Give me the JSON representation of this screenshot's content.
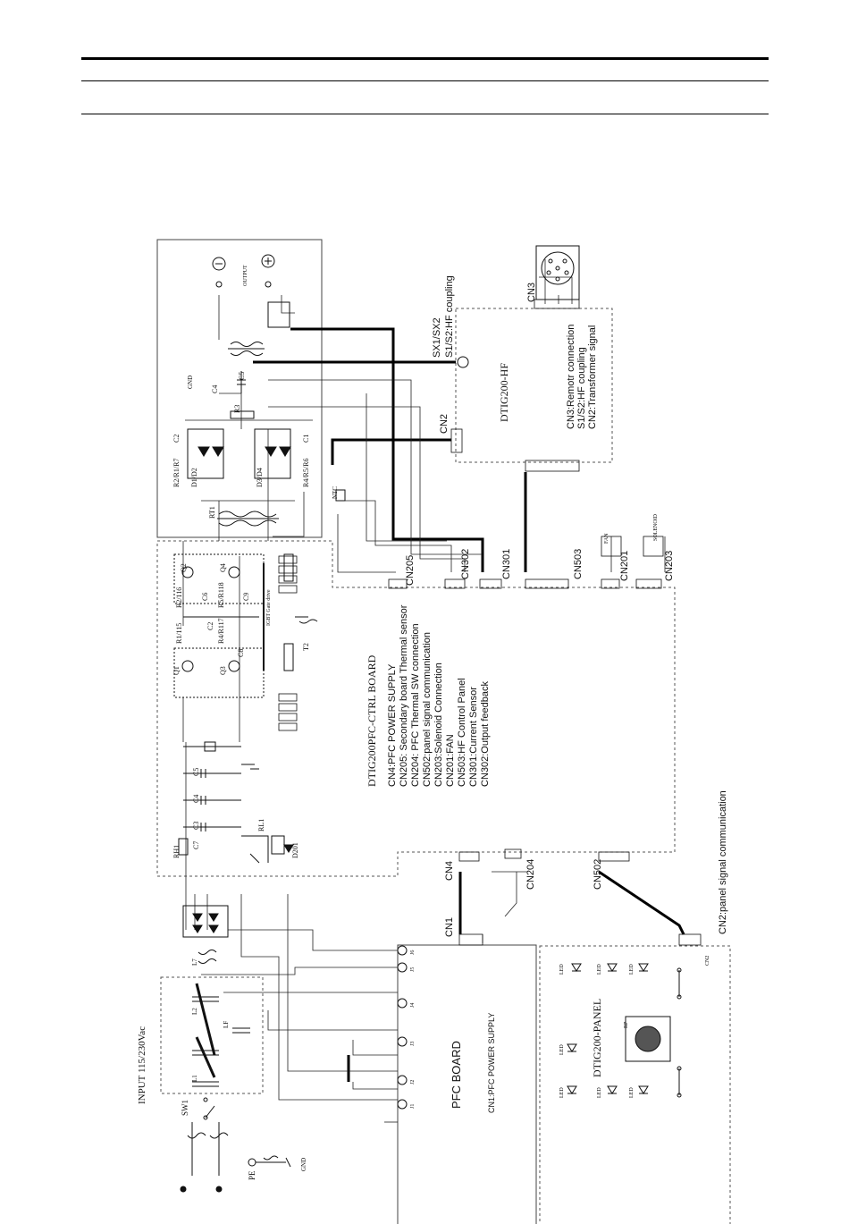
{
  "header": {
    "text": ""
  },
  "diagram": {
    "input_label": "INPUT 115/230Vac",
    "switch_label": "SW1",
    "pe_label": "PE",
    "gnd_label": "GND",
    "output_label": "OUTPUT",
    "output_minus": "⊖",
    "output_plus": "⊕",
    "rt1": "RT1",
    "ntc": "NTC",
    "d1d2": "D1/D2",
    "d3d4": "D3/D4",
    "r2r1r7": "R2/R1/R7",
    "r4r5r6": "R4/R5/R6",
    "c1": "C1",
    "c2": "C2",
    "c3": "C3",
    "c4": "C4",
    "c5": "C5",
    "c7": "C7",
    "r3": "R3",
    "q1": "Q1",
    "q2": "Q2",
    "q3": "Q3",
    "q4": "Q4",
    "r1_115": "R1/115",
    "r4_r117": "R4/R117",
    "r2_116": "R2/116",
    "r5_r118": "R5/R118",
    "c6": "C6",
    "c8": "C8",
    "c9": "C9",
    "t2": "T2",
    "igbt": "IGBT Gate drive",
    "rh1": "RH1",
    "rl1": "RL1",
    "d201": "D201",
    "l1": "L1",
    "l2": "L2",
    "l7": "L7",
    "lf": "LF",
    "pfc_board": "PFC BOARD",
    "pfc_sub": "CN1:PFC POWER SUPPLY",
    "pfc_j": [
      "J1",
      "J2",
      "J3",
      "J4",
      "J5",
      "J6"
    ],
    "hf_board": "DTIG200-HF",
    "hf_legend": [
      "CN3:Remotr connection",
      "S1/S2:HF coupling",
      "CN2:Transformer signal"
    ],
    "hf_coupling": [
      "SX1/SX2",
      "S1/S2:HF coupling"
    ],
    "ctrl_title": "DTIG200PFC-CTRL BOARD",
    "ctrl_legend": [
      "CN4:PFC POWER SUPPLY",
      "CN205: Secondary board Thermal sensor",
      "CN204: PFC Thermal SW connection",
      "CN502:panel signal communication",
      "CN203:Solenoid Connection",
      "CN201:FAN",
      "CN503:HF Control  Panel",
      "CN301:Current Sensor",
      "CN302:Output feedback"
    ],
    "connectors": {
      "cn205": "CN205",
      "cn302": "CN302",
      "cn301": "CN301",
      "cn503": "CN503",
      "cn201": "CN201",
      "cn203": "CN203",
      "cn4": "CN4",
      "cn204": "CN204",
      "cn502": "CN502",
      "cn1": "CN1",
      "cn2": "CN2",
      "cn3": "CN3",
      "cn2_panel": "CN2"
    },
    "fan": "FAN",
    "solenoid": "SOLENOID",
    "panel_title": "DTIG200-PANEL",
    "panel_comm": "CN2:panel signal communication",
    "led": "LED",
    "rp": "RP"
  }
}
